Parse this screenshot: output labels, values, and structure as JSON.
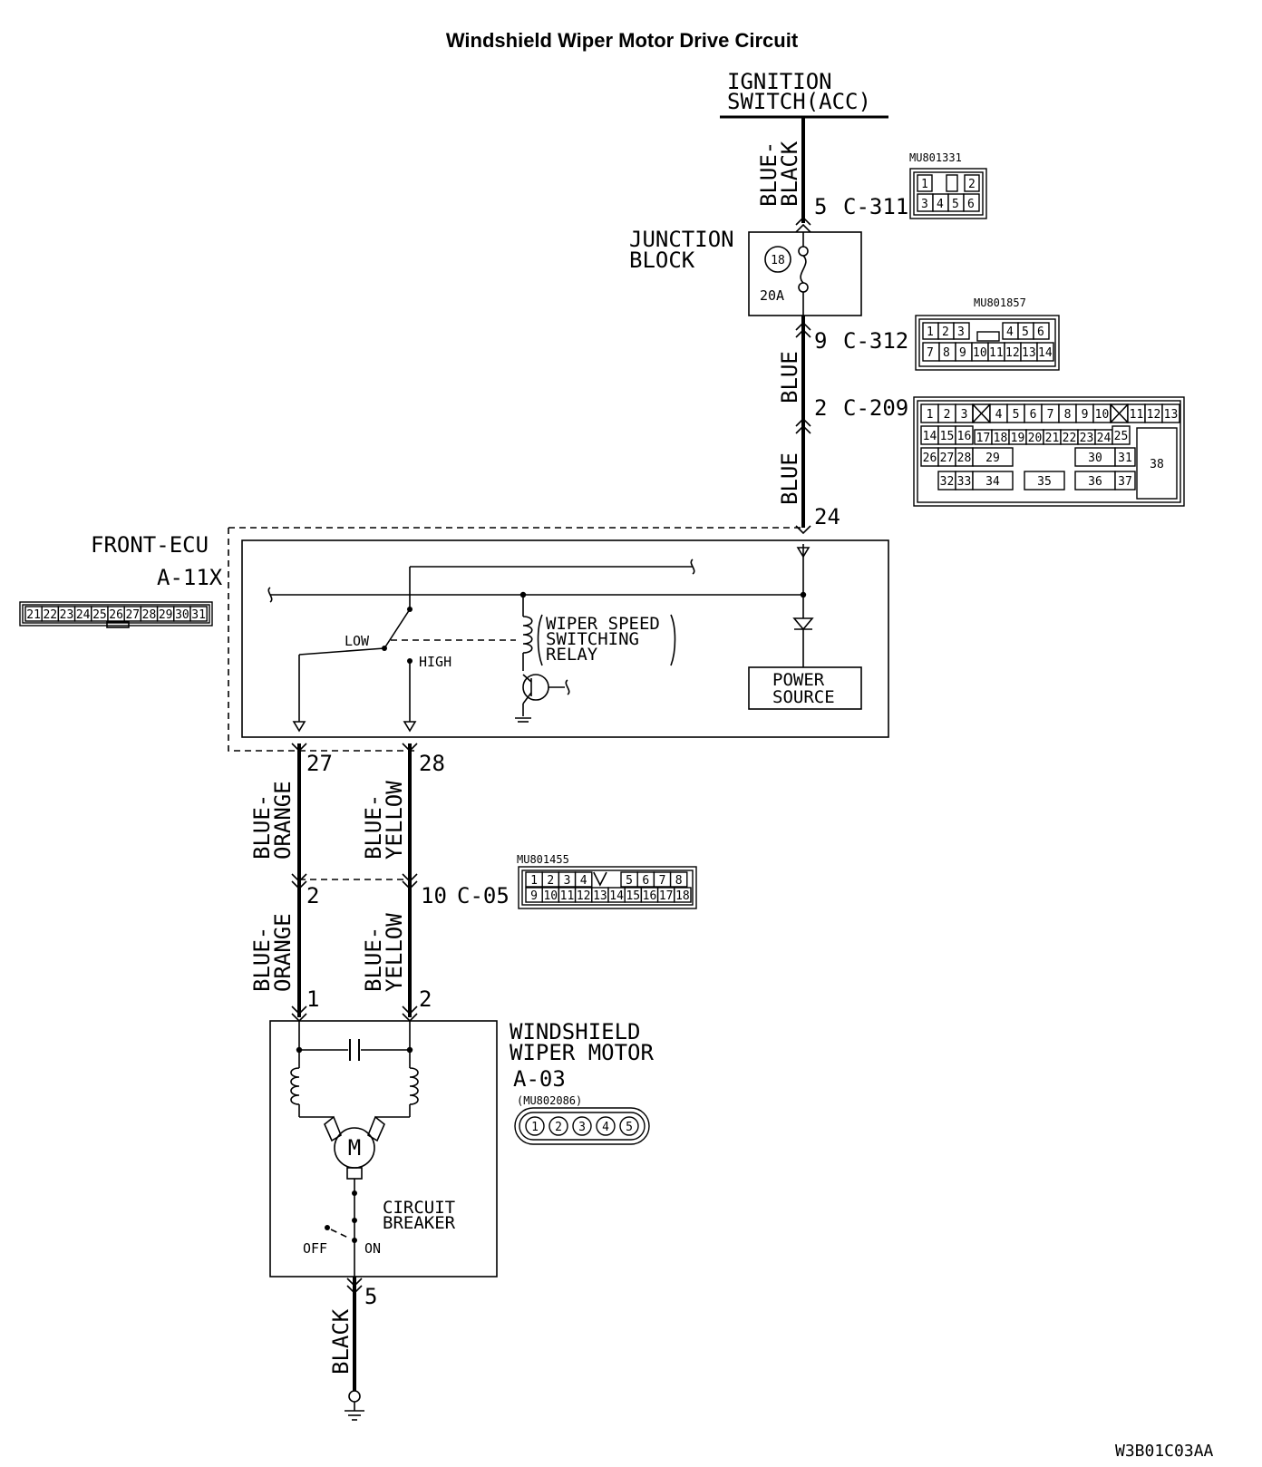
{
  "title": "Windshield Wiper Motor Drive Circuit",
  "ignition": {
    "line1": "IGNITION",
    "line2": "SWITCH(ACC)"
  },
  "junction_block": {
    "line1": "JUNCTION",
    "line2": "BLOCK",
    "fuse_number": "18",
    "fuse_rating": "20A"
  },
  "front_ecu": {
    "line1": "FRONT-ECU",
    "line2": "A-11X"
  },
  "relay": {
    "line1": "WIPER SPEED",
    "line2": "SWITCHING",
    "line3": "RELAY"
  },
  "switch_labels": {
    "low": "LOW",
    "high": "HIGH"
  },
  "power_source": {
    "line1": "POWER",
    "line2": "SOURCE"
  },
  "motor": {
    "line1": "WINDSHIELD",
    "line2": "WIPER MOTOR",
    "line3": "A-03",
    "symbol": "M"
  },
  "breaker": {
    "line1": "CIRCUIT",
    "line2": "BREAKER",
    "off": "OFF",
    "on": "ON"
  },
  "wires": {
    "blue_black_1": "BLUE-",
    "blue_black_2": "BLACK",
    "blue_a": "BLUE",
    "blue_b": "BLUE",
    "blue_orange_1": "BLUE-",
    "blue_orange_2": "ORANGE",
    "blue_yellow_1": "BLUE-",
    "blue_yellow_2": "YELLOW",
    "blue_orange_b1": "BLUE-",
    "blue_orange_b2": "ORANGE",
    "blue_yellow_b1": "BLUE-",
    "blue_yellow_b2": "YELLOW",
    "black": "BLACK"
  },
  "connectors": {
    "c311": {
      "pin": "5",
      "id": "C-311"
    },
    "c312": {
      "pin": "9",
      "id": "C-312"
    },
    "c209": {
      "pin": "2",
      "id": "C-209"
    },
    "ecu_in": {
      "pin": "24"
    },
    "ecu_27": {
      "pin": "27"
    },
    "ecu_28": {
      "pin": "28"
    },
    "c05_left": {
      "pin": "2"
    },
    "c05_right": {
      "pin": "10",
      "id": "C-05"
    },
    "motor_1": {
      "pin": "1"
    },
    "motor_2": {
      "pin": "2"
    },
    "motor_5": {
      "pin": "5"
    }
  },
  "connector_faces": {
    "mu801331": {
      "part": "MU801331",
      "pins": [
        "1",
        "2",
        "3",
        "4",
        "5",
        "6"
      ]
    },
    "mu801857": {
      "part": "MU801857",
      "pins": [
        "1",
        "2",
        "3",
        "4",
        "5",
        "6",
        "7",
        "8",
        "9",
        "10",
        "11",
        "12",
        "13",
        "14"
      ]
    },
    "c209_face": {
      "row1": [
        "1",
        "2",
        "3",
        "4",
        "5",
        "6",
        "7",
        "8",
        "9",
        "10",
        "11",
        "12",
        "13"
      ],
      "row2": [
        "14",
        "15",
        "16",
        "17",
        "18",
        "19",
        "20",
        "21",
        "22",
        "23",
        "24",
        "25"
      ],
      "row3": [
        "26",
        "27",
        "28",
        "29",
        "30",
        "31",
        "38"
      ],
      "row4": [
        "32",
        "33",
        "34",
        "35",
        "36",
        "37"
      ]
    },
    "a11x_face": {
      "pins": [
        "21",
        "22",
        "23",
        "24",
        "25",
        "26",
        "27",
        "28",
        "29",
        "30",
        "31"
      ]
    },
    "mu801455": {
      "part": "MU801455",
      "row1": [
        "1",
        "2",
        "3",
        "4",
        "5",
        "6",
        "7",
        "8"
      ],
      "row2": [
        "9",
        "10",
        "11",
        "12",
        "13",
        "14",
        "15",
        "16",
        "17",
        "18"
      ]
    },
    "mu802086": {
      "part": "(MU802086)",
      "pins": [
        "1",
        "2",
        "3",
        "4",
        "5"
      ]
    }
  },
  "figure_code": "W3B01C03AA"
}
